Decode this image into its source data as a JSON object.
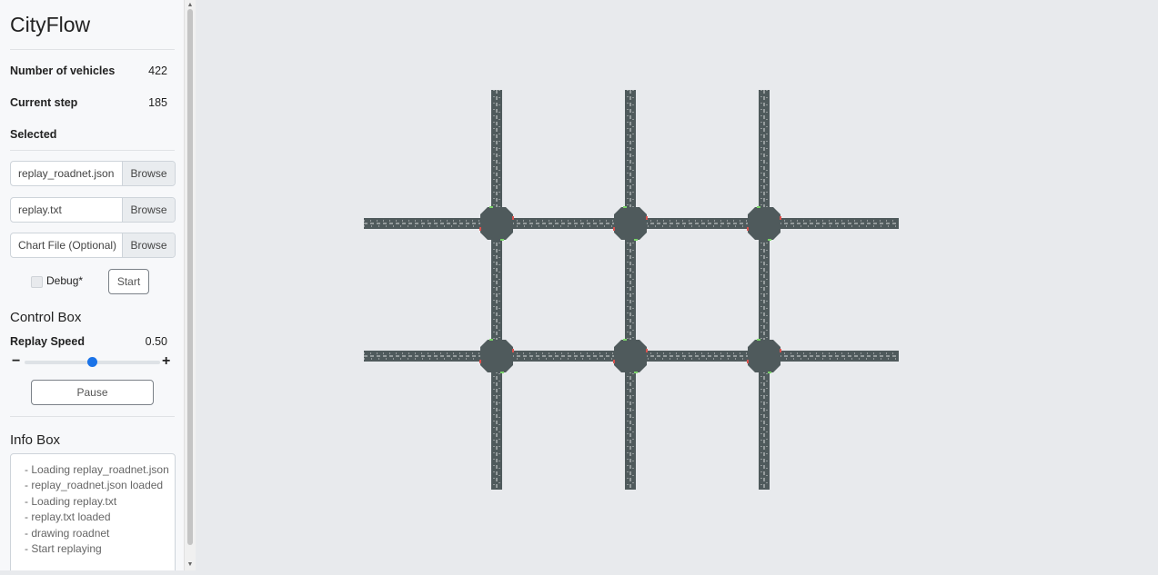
{
  "app": {
    "title": "CityFlow"
  },
  "stats": {
    "vehicles_label": "Number of vehicles",
    "vehicles_value": "422",
    "step_label": "Current step",
    "step_value": "185",
    "selected_label": "Selected"
  },
  "files": {
    "roadnet": "replay_roadnet.json",
    "replay": "replay.txt",
    "chart": "Chart File (Optional)",
    "browse_label": "Browse"
  },
  "controls": {
    "debug_label": "Debug*",
    "start_label": "Start"
  },
  "control_box": {
    "title": "Control Box",
    "speed_label": "Replay Speed",
    "speed_value": "0.50",
    "speed_fraction": 0.5,
    "minus": "−",
    "plus": "+",
    "pause_label": "Pause"
  },
  "info_box": {
    "title": "Info Box",
    "lines": [
      "- Loading replay_roadnet.json",
      "- replay_roadnet.json loaded",
      "- Loading replay.txt",
      "- replay.txt loaded",
      "- drawing roadnet",
      "- Start replaying"
    ]
  },
  "colors": {
    "road": "#4f5a5c",
    "lane_marking": "#d9dcdc",
    "vehicle": "#d5d8d8",
    "signal_green": "#7bd36a",
    "signal_red": "#d9534f",
    "canvas_bg": "#e8eaed",
    "slider_accent": "#1a73e8"
  }
}
